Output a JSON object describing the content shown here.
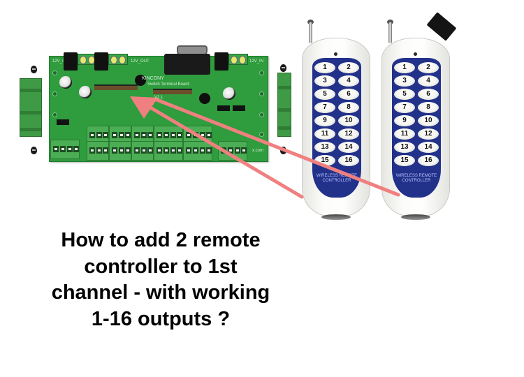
{
  "board": {
    "brand": "KINCONY",
    "name": "Switch Terminal Board",
    "version": "V2.1",
    "labels": [
      "12V_I",
      "12V_OUT",
      "12V_IN",
      "x.com"
    ]
  },
  "remotes": [
    {
      "keys": [
        "1",
        "2",
        "3",
        "4",
        "5",
        "6",
        "7",
        "8",
        "9",
        "10",
        "11",
        "12",
        "13",
        "14",
        "15",
        "16"
      ],
      "brand_line1": "WIRELESS REMOTE",
      "brand_line2": "CONTROLLER"
    },
    {
      "keys": [
        "1",
        "2",
        "3",
        "4",
        "5",
        "6",
        "7",
        "8",
        "9",
        "10",
        "11",
        "12",
        "13",
        "14",
        "15",
        "16"
      ],
      "brand_line1": "WIRELESS REMOTE",
      "brand_line2": "CONTROLLER"
    }
  ],
  "question": {
    "lines": [
      "How to add 2 remote",
      "controller to 1st",
      "channel - with working",
      "1-16 outputs ?"
    ]
  },
  "colors": {
    "arrow": "#f08080",
    "pcb": "#2f9c3e",
    "remote_panel": "#22318a"
  }
}
